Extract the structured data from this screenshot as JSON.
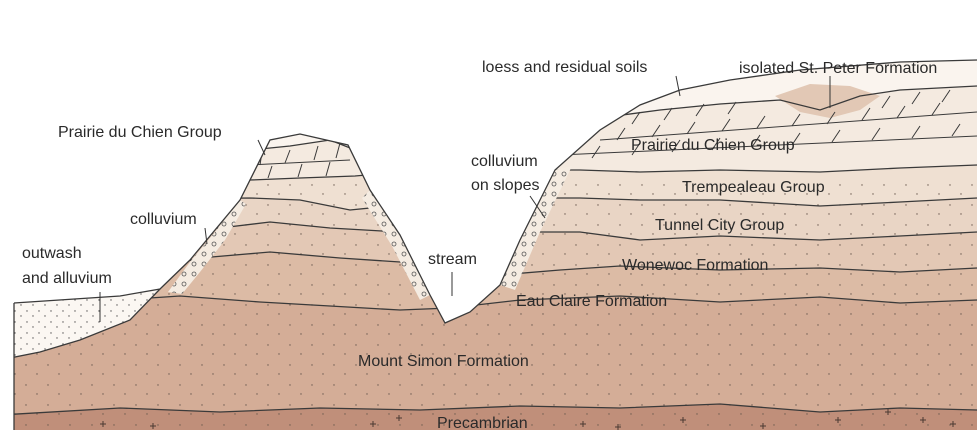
{
  "labels": {
    "peter": "isolated St. Peter Formation",
    "loess": "loess and residual soils",
    "pdc_left": "Prairie du Chien Group",
    "colluvium_left": "colluvium",
    "colluvium_right_1": "colluvium",
    "colluvium_right_2": "on slopes",
    "outwash_1": "outwash",
    "outwash_2": "and alluvium",
    "stream": "stream",
    "pdc_right": "Prairie du Chien Group",
    "trempealeau": "Trempealeau Group",
    "tunnel_city": "Tunnel City Group",
    "wonewoc": "Wonewoc Formation",
    "eau_claire": "Eau Claire Formation",
    "mount_simon": "Mount Simon Formation",
    "precambrian": "Precambrian"
  },
  "colors": {
    "precambrian": "#c08f7a",
    "mount_simon": "#d4ad97",
    "eau_claire": "#dcbba5",
    "wonewoc": "#e3c8b5",
    "tunnel_city": "#e9d5c5",
    "trempealeau": "#efe0d2",
    "prairie_du_chien": "#f4eae0",
    "loess": "#faf4ee",
    "st_peter": "#e2c8b5",
    "outwash": "#fbf7f2",
    "colluvium": "#f5ece2",
    "line": "#3a3a3a"
  }
}
